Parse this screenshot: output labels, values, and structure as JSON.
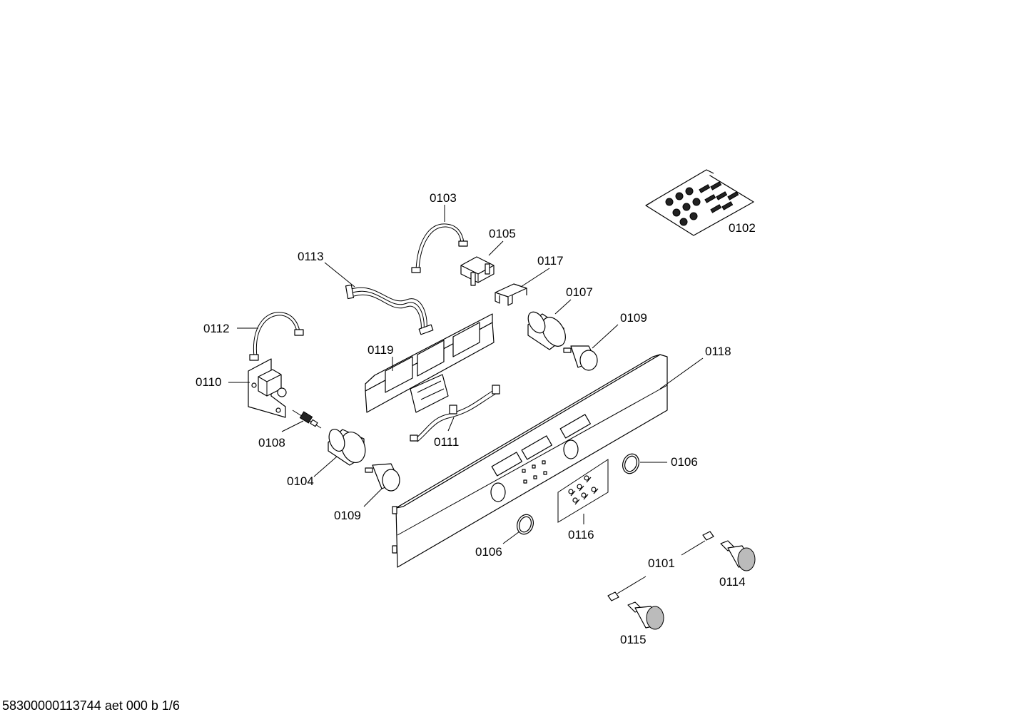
{
  "labels": {
    "p0101": "0101",
    "p0102": "0102",
    "p0103": "0103",
    "p0104": "0104",
    "p0105": "0105",
    "p0106a": "0106",
    "p0106b": "0106",
    "p0107": "0107",
    "p0108": "0108",
    "p0109a": "0109",
    "p0109b": "0109",
    "p0110": "0110",
    "p0111": "0111",
    "p0112": "0112",
    "p0113": "0113",
    "p0114": "0114",
    "p0115": "0115",
    "p0116": "0116",
    "p0117": "0117",
    "p0118": "0118",
    "p0119": "0119"
  },
  "footer": "58300000113744 aet 000 b 1/6"
}
